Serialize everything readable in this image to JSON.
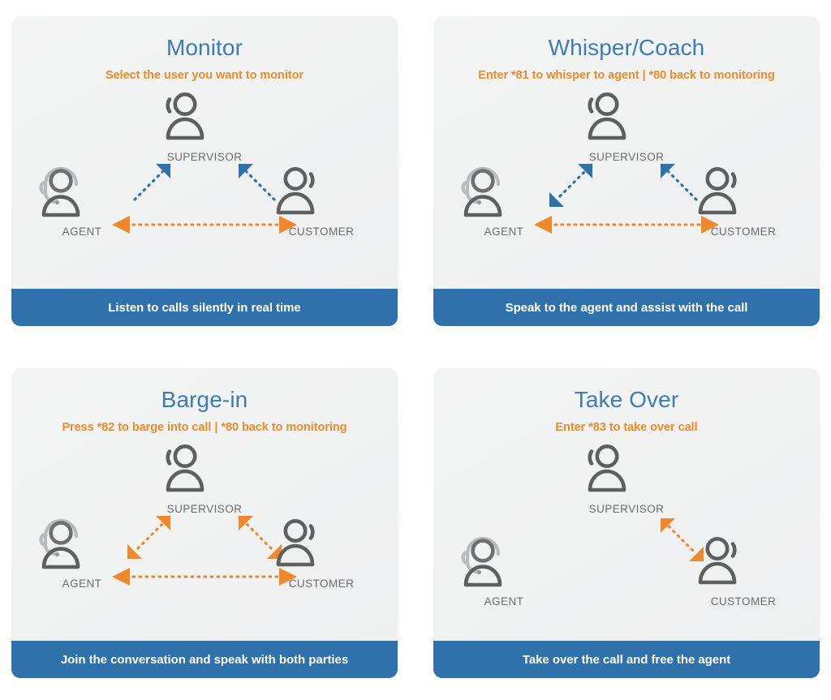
{
  "page": {
    "background_color": "#ffffff",
    "accent_blue": "#3d7cb5",
    "accent_orange": "#f0892c",
    "band_blue": "#2f72ab",
    "icon_gray": "#6a6c6e"
  },
  "roles": {
    "supervisor": "SUPERVISOR",
    "agent": "AGENT",
    "customer": "CUSTOMER"
  },
  "cards": [
    {
      "id": "monitor",
      "title": "Monitor",
      "subtitle": "Select the user you want to monitor",
      "footer": "Listen to calls silently in real time",
      "connections": [
        {
          "from": "agent",
          "to": "supervisor",
          "color": "#2f72ab",
          "heads": "one"
        },
        {
          "from": "customer",
          "to": "supervisor",
          "color": "#2f72ab",
          "heads": "one"
        },
        {
          "from": "agent",
          "to": "customer",
          "color": "#f0892c",
          "heads": "both"
        }
      ]
    },
    {
      "id": "whisper-coach",
      "title": "Whisper/Coach",
      "subtitle": "Enter *81 to whisper to agent   |   *80 back to monitoring",
      "footer": "Speak to the agent and assist with the call",
      "connections": [
        {
          "from": "agent",
          "to": "supervisor",
          "color": "#2f72ab",
          "heads": "both"
        },
        {
          "from": "customer",
          "to": "supervisor",
          "color": "#2f72ab",
          "heads": "one"
        },
        {
          "from": "agent",
          "to": "customer",
          "color": "#f0892c",
          "heads": "both"
        }
      ]
    },
    {
      "id": "barge-in",
      "title": "Barge-in",
      "subtitle": "Press *82 to barge into call   |   *80 back to monitoring",
      "footer": "Join the conversation and speak with both parties",
      "connections": [
        {
          "from": "agent",
          "to": "supervisor",
          "color": "#f0892c",
          "heads": "both"
        },
        {
          "from": "customer",
          "to": "supervisor",
          "color": "#f0892c",
          "heads": "both"
        },
        {
          "from": "agent",
          "to": "customer",
          "color": "#f0892c",
          "heads": "both"
        }
      ]
    },
    {
      "id": "take-over",
      "title": "Take Over",
      "subtitle": "Enter *83 to take over call",
      "footer": "Take over the call and free the agent",
      "connections": [
        {
          "from": "customer",
          "to": "supervisor",
          "color": "#f0892c",
          "heads": "both"
        }
      ]
    }
  ],
  "icons": {
    "supervisor": "supervisor-person-icon",
    "agent": "agent-headset-person-icon",
    "customer": "customer-person-icon"
  }
}
